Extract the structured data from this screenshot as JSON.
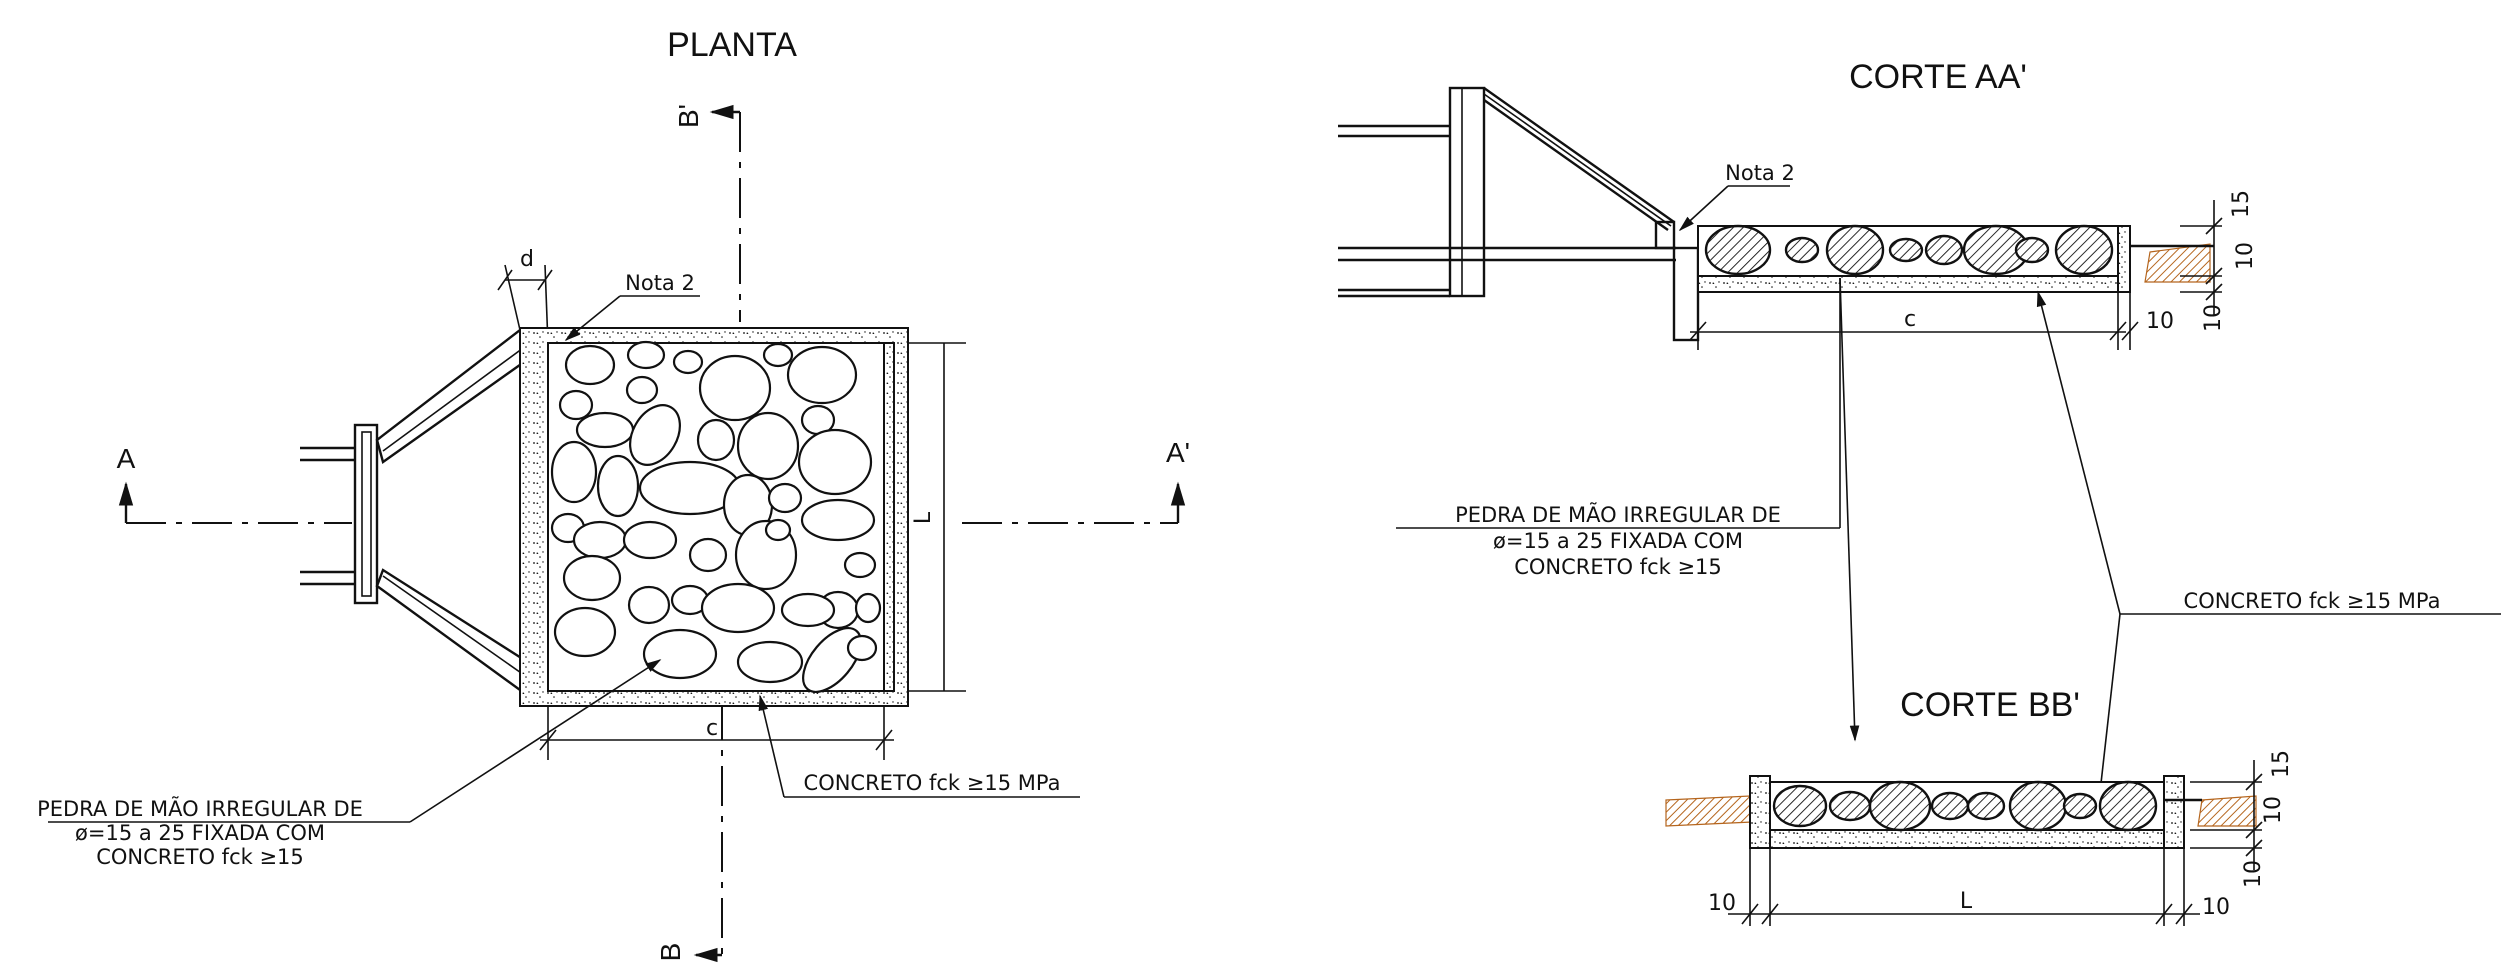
{
  "plan": {
    "title": "PLANTA",
    "section_a": "A",
    "section_a_prime": "A'",
    "section_b": "B",
    "section_b_prime": "B'",
    "nota": "Nota 2",
    "dim_d": "d",
    "dim_c": "c",
    "dim_l": "L",
    "stone_note": [
      "PEDRA DE MÃO IRREGULAR DE",
      "ø=15 a 25 FIXADA COM",
      "CONCRETO fck ≥15"
    ],
    "concrete_note": "CONCRETO fck ≥15 MPa"
  },
  "section_aa": {
    "title": "CORTE AA'",
    "nota": "Nota 2",
    "dim_c": "c",
    "dim_15": "15",
    "dim_10a": "10",
    "dim_10b": "10",
    "dim_10c": "10",
    "stone_note": [
      "PEDRA DE MÃO IRREGULAR DE",
      "ø=15 a 25 FIXADA COM",
      "CONCRETO fck ≥15"
    ],
    "concrete_note": "CONCRETO fck ≥15 MPa"
  },
  "section_bb": {
    "title": "CORTE BB'",
    "dim_l": "L",
    "dim_10_left": "10",
    "dim_10_right": "10",
    "dim_15": "15",
    "dim_10a": "10",
    "dim_10b": "10"
  }
}
